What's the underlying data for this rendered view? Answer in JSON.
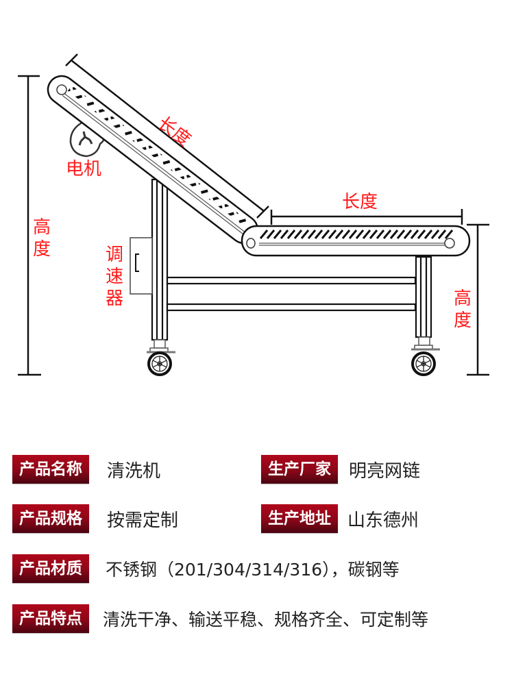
{
  "diagram": {
    "labels": {
      "motor": "电机",
      "incline_length": "长度",
      "flat_length": "长度",
      "total_height": "高度",
      "speed_controller": "调速器",
      "flat_height": "高度"
    },
    "label_color": "#ff1a1a",
    "line_color": "#111111"
  },
  "specs": {
    "badge_gradient": [
      "#b0071b",
      "#4a0410"
    ],
    "rows": [
      {
        "label": "产品名称",
        "value": "清洗机"
      },
      {
        "label": "生产厂家",
        "value": "明亮网链"
      },
      {
        "label": "产品规格",
        "value": "按需定制"
      },
      {
        "label": "生产地址",
        "value": "山东德州"
      },
      {
        "label": "产品材质",
        "value": "不锈钢（201/304/314/316），碳钢等"
      },
      {
        "label": "产品特点",
        "value": "清洗干净、输送平稳、规格齐全、可定制等"
      }
    ]
  }
}
